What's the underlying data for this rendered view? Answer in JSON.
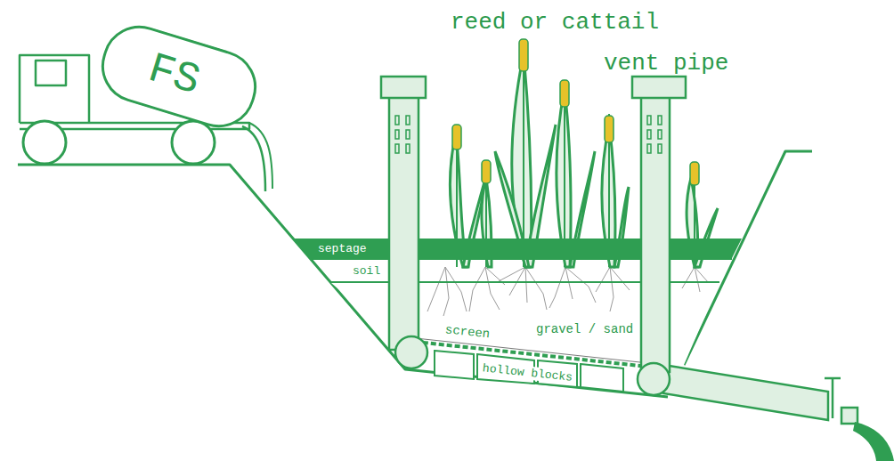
{
  "diagram": {
    "nodes": [
      {
        "text": [
          "FS"
        ]
      },
      {
        "text": [
          "septage"
        ]
      },
      {
        "text": [
          "soil"
        ]
      }
    ],
    "labels": [
      "reed or cattail",
      "vent pipe",
      "screen",
      "gravel / sand",
      "hollow blocks"
    ]
  }
}
